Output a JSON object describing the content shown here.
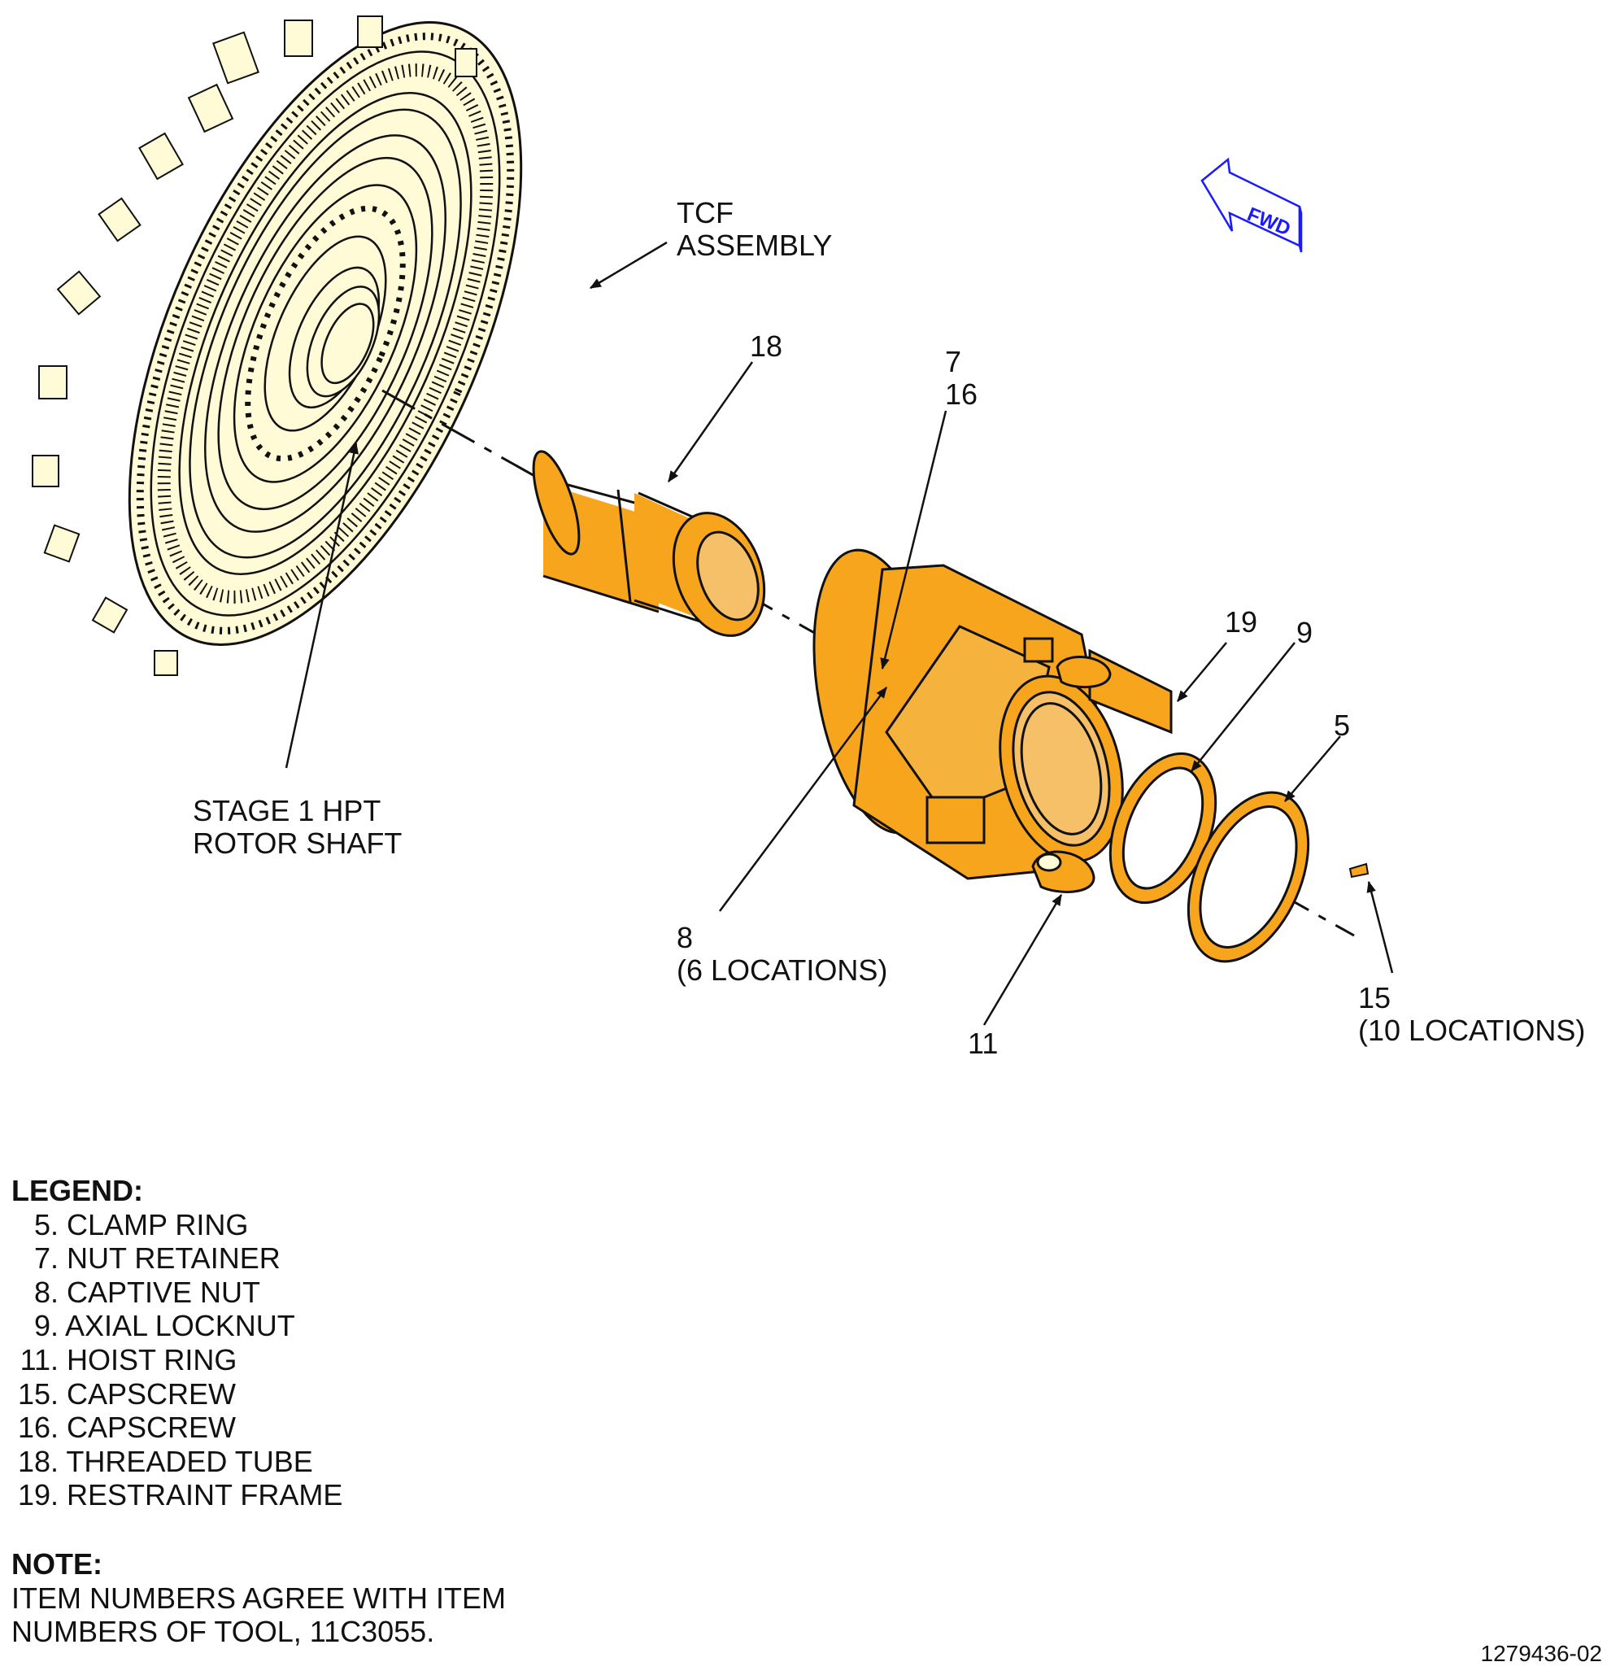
{
  "callouts": {
    "tcf_assembly": [
      "TCF",
      "ASSEMBLY"
    ],
    "stage1_rotor_shaft": [
      "STAGE 1 HPT",
      "ROTOR SHAFT"
    ],
    "item_18": "18",
    "item_7_16": [
      "7",
      "16"
    ],
    "item_8": [
      "8",
      "(6 LOCATIONS)"
    ],
    "item_19": "19",
    "item_9": "9",
    "item_5": "5",
    "item_11": "11",
    "item_15": [
      "15",
      "(10 LOCATIONS)"
    ]
  },
  "fwd_arrow": {
    "label": "FWD",
    "color": "#1a1aff"
  },
  "colors": {
    "tool_orange": "#f7a51c",
    "assembly_cream": "#fffbd6",
    "outline": "#111111"
  },
  "legend": {
    "title": "LEGEND:",
    "items": [
      {
        "num": "5.",
        "name": "CLAMP RING"
      },
      {
        "num": "7.",
        "name": "NUT RETAINER"
      },
      {
        "num": "8.",
        "name": "CAPTIVE NUT"
      },
      {
        "num": "9.",
        "name": "AXIAL LOCKNUT"
      },
      {
        "num": "11.",
        "name": "HOIST RING"
      },
      {
        "num": "15.",
        "name": "CAPSCREW"
      },
      {
        "num": "16.",
        "name": "CAPSCREW"
      },
      {
        "num": "18.",
        "name": "THREADED TUBE"
      },
      {
        "num": "19.",
        "name": "RESTRAINT FRAME"
      }
    ]
  },
  "note": {
    "title": "NOTE:",
    "text": "ITEM NUMBERS AGREE WITH ITEM NUMBERS OF TOOL, 11C3055."
  },
  "figure_id": "1279436-02"
}
